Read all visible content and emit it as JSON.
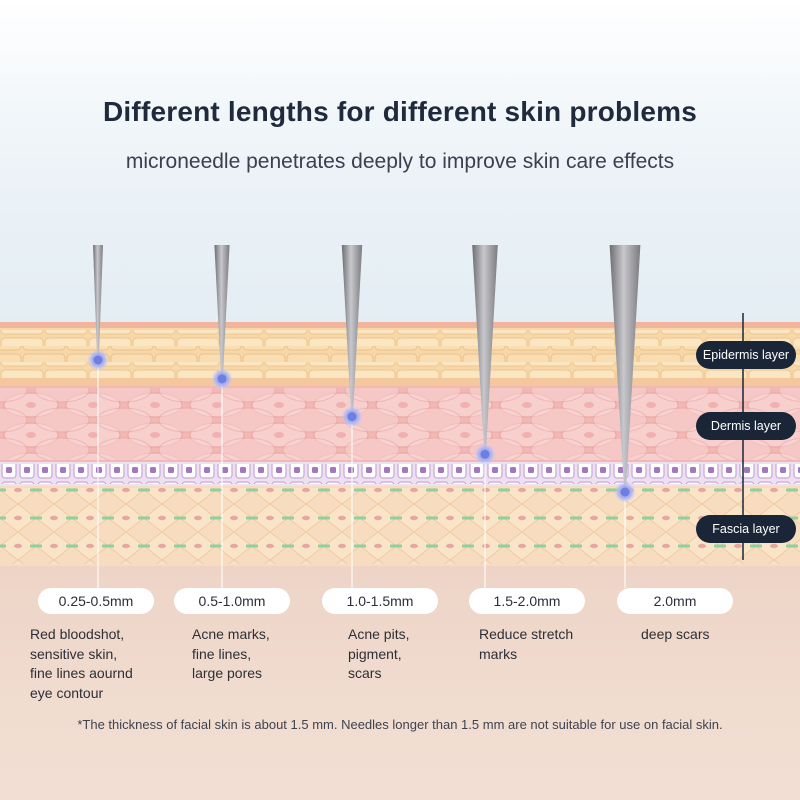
{
  "title": "Different lengths for different skin problems",
  "subtitle": "microneedle penetrates deeply to improve skin care effects",
  "layers": [
    {
      "label": "Epidermis layer"
    },
    {
      "label": "Dermis layer"
    },
    {
      "label": "Fascia layer"
    }
  ],
  "needles": [
    {
      "length": "0.25-0.5mm",
      "description": "Red bloodshot,\nsensitive skin,\nfine lines aournd\neye contour",
      "depth": 0.25
    },
    {
      "length": "0.5-1.0mm",
      "description": "Acne marks,\nfine lines,\nlarge pores",
      "depth": 0.5
    },
    {
      "length": "1.0-1.5mm",
      "description": "Acne pits,\npigment,\nscars",
      "depth": 1.0
    },
    {
      "length": "1.5-2.0mm",
      "description": "Reduce stretch\nmarks",
      "depth": 1.5
    },
    {
      "length": "2.0mm",
      "description": "deep scars",
      "depth": 2.0
    }
  ],
  "footnote": "*The thickness of facial skin is about 1.5 mm. Needles longer than 1.5 mm are not suitable for use on facial skin.",
  "colors": {
    "epidermis": "#f6d8a8",
    "dermis": "#f2b8b4",
    "cell_band": "#c9a6d6",
    "fascia": "#f8dcbf",
    "fascia_lines": "#8fd19e",
    "pill_dark": "#1a2638",
    "dot": "#6e7fe0"
  }
}
